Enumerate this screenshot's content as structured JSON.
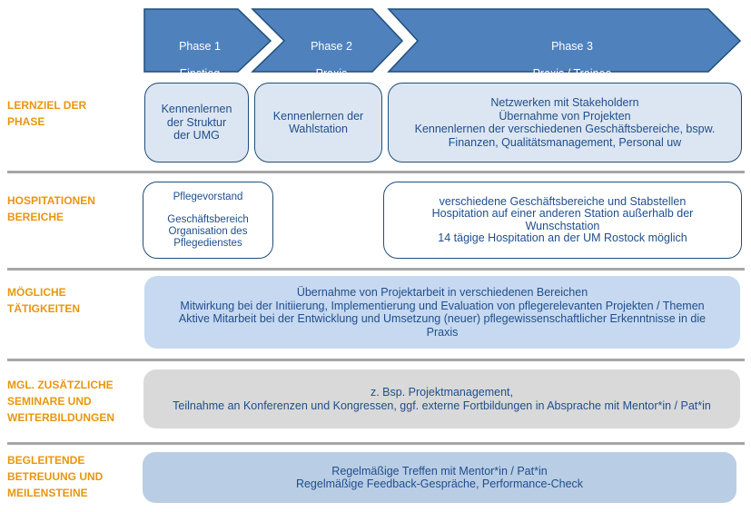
{
  "phases": [
    {
      "title": "Phase 1",
      "subtitle": "Einstieg"
    },
    {
      "title": "Phase 2",
      "subtitle": "Praxis"
    },
    {
      "title": "Phase 3",
      "subtitle": "Praxis / Trainee"
    }
  ],
  "colors": {
    "arrow_fill": "#4f81bd",
    "arrow_border": "#1f4e79",
    "label_orange": "#e8960f",
    "text_blue": "#1f4e8c",
    "divider": "#a6a6a6"
  },
  "rows": {
    "lernziel": {
      "label": "LERNZIEL DER\nPHASE",
      "phase1": [
        "Kennenlernen",
        "der Struktur",
        "der UMG"
      ],
      "phase2": [
        "Kennenlernen  der",
        "Wahlstation"
      ],
      "phase3": [
        "Netzwerken  mit Stakeholdern",
        "Übernahme  von  Projekten",
        "Kennenlernen  der verschiedenen  Geschäftsbereiche, bspw.",
        "Finanzen, Qualitätsmanagement, Personal uw"
      ]
    },
    "hospitationen": {
      "label": "HOSPITATIONEN\nBEREICHE",
      "phase1_top": "Pflegevorstand",
      "phase1_bottom": [
        "Geschäftsbereich",
        "Organisation des",
        "Pflegedienstes"
      ],
      "phase3": [
        "verschiedene  Geschäftsbereiche  und Stabstellen",
        "Hospitation auf einer anderen Station außerhalb der",
        "Wunschstation",
        "14 tägige Hospitation an der UM Rostock möglich"
      ]
    },
    "taetigkeiten": {
      "label": "MÖGLICHE\nTÄTIGKEITEN",
      "lines": [
        "Übernahme  von  Projektarbeit  in verschiedenen  Bereichen",
        "Mitwirkung  bei  der Initiierung,  Implementierung  und Evaluation  von  pflegerelevanten  Projekten / Themen",
        "Aktive Mitarbeit bei der Entwicklung und Umsetzung  (neuer)  pflegewissenschaftlicher  Erkenntnisse in die",
        "Praxis"
      ]
    },
    "seminare": {
      "label": "MGL. ZUSÄTZLICHE\nSEMINARE UND\nWEITERBILDUNGEN",
      "lines": [
        "z. Bsp. Projektmanagement,",
        "Teilnahme  an Konferenzen  und Kongressen,  ggf.  externe  Fortbildungen  in Absprache mit Mentor*in / Pat*in"
      ]
    },
    "betreuung": {
      "label": "BEGLEITENDE\nBETREUUNG UND\nMEILENSTEINE",
      "lines": [
        "Regelmäßige  Treffen  mit Mentor*in / Pat*in",
        "Regelmäßige  Feedback-Gespräche,  Performance-Check"
      ]
    }
  }
}
